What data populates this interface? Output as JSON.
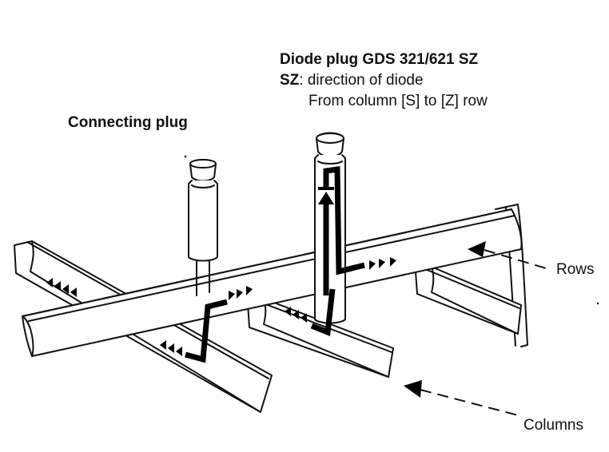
{
  "labels": {
    "diode_plug_title": "Diode plug GDS 321/621 SZ",
    "sz_prefix": "SZ",
    "sz_text": ": direction of diode",
    "from_text": "From column [S] to [Z] row",
    "connecting_plug": "Connecting plug",
    "rows": "Rows",
    "columns": "Columns"
  },
  "colors": {
    "stroke": "#111111",
    "fill": "#ffffff",
    "path": "#000000"
  },
  "icons": [
    "connecting-plug-icon",
    "diode-plug-icon",
    "diode-symbol-icon",
    "direction-arrows-icon"
  ]
}
